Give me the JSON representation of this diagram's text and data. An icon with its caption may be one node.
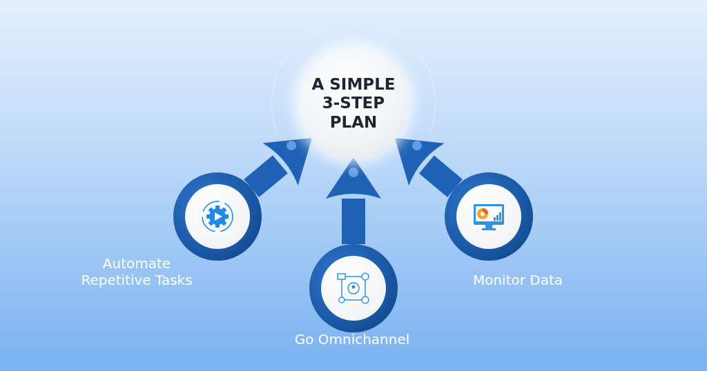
{
  "diagram": {
    "nodes": [
      {
        "text": [
          "A SIMPLE 3-STEP PLAN"
        ]
      },
      {
        "text": [],
        "shape": "circle",
        "beside": [
          "Automate Repetitive Tasks"
        ]
      },
      {
        "text": [],
        "shape": "circle",
        "beside": [
          "Go Omnichannel"
        ]
      },
      {
        "text": [],
        "shape": "circle",
        "beside": [
          "Monitor Data"
        ]
      }
    ],
    "edges": [
      {
        "from": 1,
        "to": 0,
        "arrow": "to"
      },
      {
        "from": 2,
        "to": 0,
        "arrow": "to"
      },
      {
        "from": 3,
        "to": 0,
        "arrow": "to"
      }
    ]
  }
}
